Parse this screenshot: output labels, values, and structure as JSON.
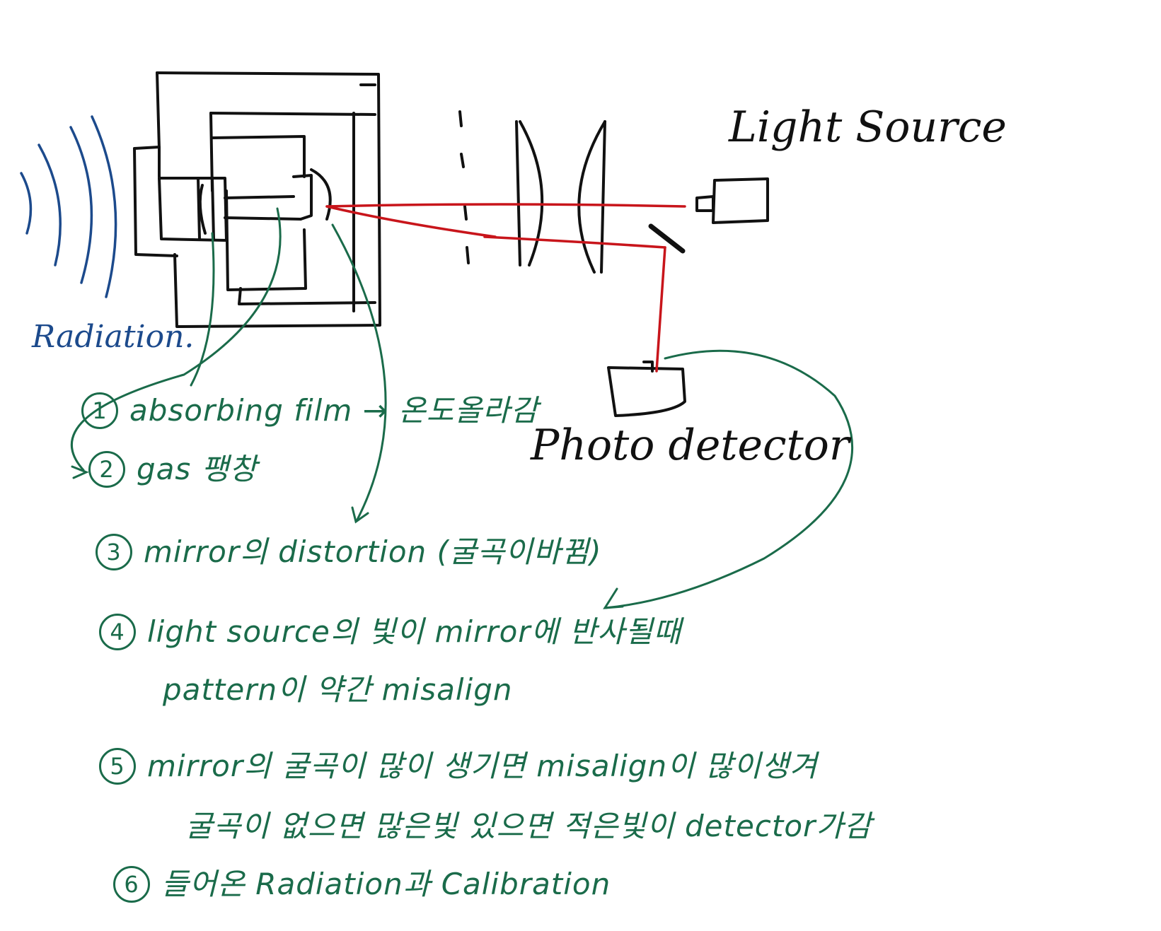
{
  "labels": {
    "light_source": "Light Source",
    "photo_detector": "Photo detector",
    "radiation": "Radiation."
  },
  "notes": [
    {
      "num": "1",
      "text": "absorbing film → 온도올라감"
    },
    {
      "num": "2",
      "text": "gas 팽창"
    },
    {
      "num": "3",
      "text": "mirror의 distortion (굴곡이바뀜)"
    },
    {
      "num": "4",
      "text": "light source의 빛이 mirror에 반사될때",
      "cont": "pattern이 약간 misalign"
    },
    {
      "num": "5",
      "text": "mirror의 굴곡이 많이 생기면 misalign이 많이생겨",
      "cont": "굴곡이 없으면 많은빛 있으면 적은빛이 detector가감"
    },
    {
      "num": "6",
      "text": "들어온 Radiation과 Calibration"
    }
  ],
  "colors": {
    "diagram_ink": "#111111",
    "radiation_ink": "#1c4a8c",
    "beam_ink": "#c8151b",
    "notes_ink": "#1a6b4a"
  }
}
